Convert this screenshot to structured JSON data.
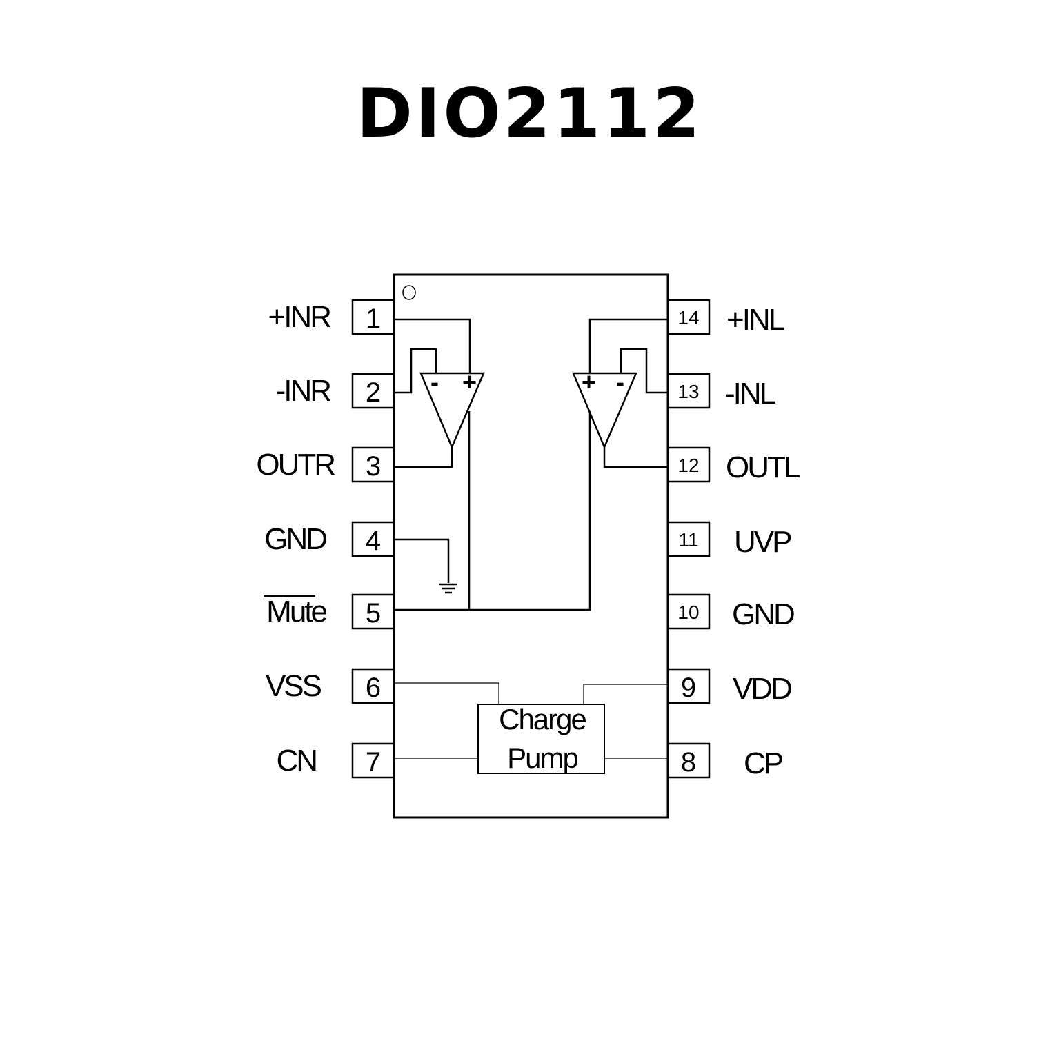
{
  "title": "DIO2112",
  "pins_left": [
    {
      "number": "1",
      "label": "+INR"
    },
    {
      "number": "2",
      "label": "-INR"
    },
    {
      "number": "3",
      "label": "OUTR"
    },
    {
      "number": "4",
      "label": "GND"
    },
    {
      "number": "5",
      "label": "Mute",
      "overline": true
    },
    {
      "number": "6",
      "label": "VSS"
    },
    {
      "number": "7",
      "label": "CN"
    }
  ],
  "pins_right": [
    {
      "number": "14",
      "label": "+INL"
    },
    {
      "number": "13",
      "label": "-INL"
    },
    {
      "number": "12",
      "label": "OUTL"
    },
    {
      "number": "11",
      "label": "UVP"
    },
    {
      "number": "10",
      "label": "GND"
    },
    {
      "number": "9",
      "label": "VDD"
    },
    {
      "number": "8",
      "label": "CP"
    }
  ],
  "charge_pump": {
    "line1": "Charge",
    "line2": "Pump"
  },
  "opamp_signs": {
    "minus": "-",
    "plus": "+"
  }
}
